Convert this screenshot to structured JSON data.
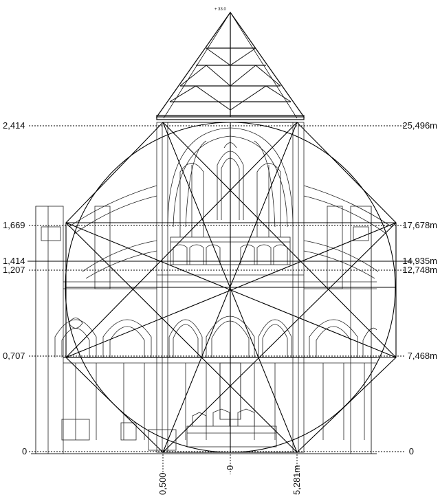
{
  "proportion_lines": [
    {
      "ratio": "2,414",
      "height": "25,496m"
    },
    {
      "ratio": "1,669",
      "height": "17,678m"
    },
    {
      "ratio": "1,414",
      "height": "14,935m"
    },
    {
      "ratio": "1,207",
      "height": "12,748m"
    },
    {
      "ratio": "0,707",
      "height": "7,468m"
    },
    {
      "ratio": "0",
      "height": "0"
    }
  ],
  "bottom_labels": [
    "0,500",
    "0",
    "5,281m"
  ],
  "ridge_mark": "+ 33.0"
}
